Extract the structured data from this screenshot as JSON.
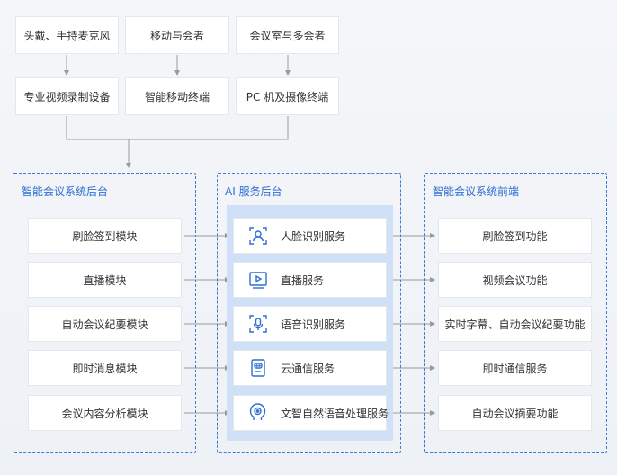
{
  "devices": {
    "top": [
      "头戴、手持麦克风",
      "移动与会者",
      "会议室与多会者"
    ],
    "bottom": [
      "专业视频录制设备",
      "智能移动终端",
      "PC 机及摄像终端"
    ]
  },
  "groups": {
    "backend_title": "智能会议系统后台",
    "ai_title": "AI 服务后台",
    "frontend_title": "智能会议系统前端"
  },
  "backend_modules": [
    "刷脸签到模块",
    "直播模块",
    "自动会议纪要模块",
    "即时消息模块",
    "会议内容分析模块"
  ],
  "ai_services": [
    {
      "label": "人脸识别服务",
      "icon": "face-recognition-icon"
    },
    {
      "label": "直播服务",
      "icon": "live-play-icon"
    },
    {
      "label": "语音识别服务",
      "icon": "speech-recognition-icon"
    },
    {
      "label": "云通信服务",
      "icon": "cloud-chat-icon"
    },
    {
      "label": "文智自然语音处理服务",
      "icon": "nlp-head-icon"
    }
  ],
  "frontend_features": [
    "刷脸签到功能",
    "视频会议功能",
    "实时字幕、自动会议纪要功能",
    "即时通信服务",
    "自动会议摘要功能"
  ],
  "colors": {
    "accent": "#2d6fd2",
    "panel": "#cfe0f7",
    "connector": "#9a9a9a"
  }
}
